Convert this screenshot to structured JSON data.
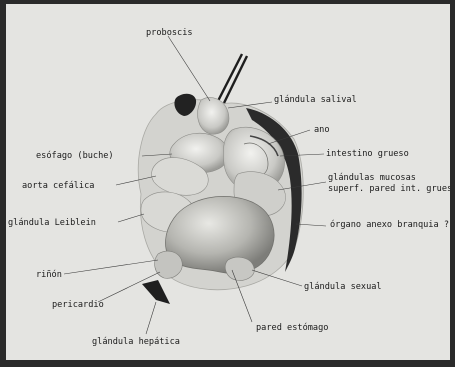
{
  "figure": {
    "labels": {
      "proboscis": "proboscis",
      "glandula_salival": "glándula salival",
      "ano": "ano",
      "esofago_buche": "esófago (buche)",
      "intestino_grueso": "intestino grueso",
      "aorta_cefalica": "aorta cefálica",
      "glandulas_mucosas_1": "glándulas mucosas",
      "glandulas_mucosas_2": "superf. pared int. grueso",
      "glandula_leiblein": "glándula Leiblein",
      "organo_anexo": "órgano anexo branquia ?",
      "rinon": "riñón",
      "glandula_sexual": "glándula sexual",
      "pericardio": "pericardio",
      "pared_estomago": "pared estómago",
      "glandula_hepatica": "glándula hepática"
    }
  }
}
